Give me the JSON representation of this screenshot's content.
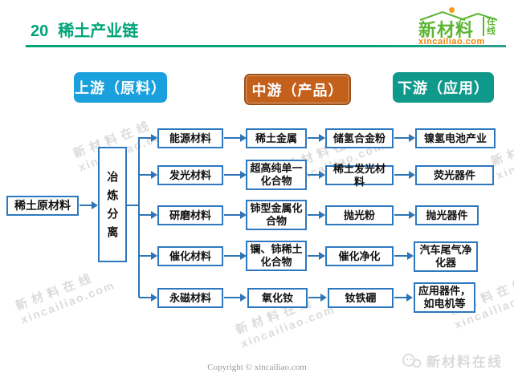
{
  "slide": {
    "number": "20",
    "title": "稀土产业链"
  },
  "brand": {
    "name": "新材料",
    "suffix": "在线",
    "domain": "xincailiao.com"
  },
  "stage_headers": [
    {
      "label": "上游（原料）",
      "color": "#1aa0dc"
    },
    {
      "label": "中游（产品）",
      "color": "#c2601c"
    },
    {
      "label": "下游（应用）",
      "color": "#0f998b"
    }
  ],
  "flow": {
    "source": "稀土原材料",
    "process": "冶炼分离",
    "rows": [
      {
        "material": "能源材料",
        "product": "稀土金属",
        "intermediate": "储氢合金粉",
        "application": "镍氢电池产业"
      },
      {
        "material": "发光材料",
        "product": "超高纯单一化合物",
        "intermediate": "稀土发光材料",
        "application": "荧光器件"
      },
      {
        "material": "研磨材料",
        "product": "铈型金属化合物",
        "intermediate": "抛光粉",
        "application": "抛光器件"
      },
      {
        "material": "催化材料",
        "product": "镧、铈稀土化合物",
        "intermediate": "催化净化",
        "application": "汽车尾气净化器"
      },
      {
        "material": "永磁材料",
        "product": "氧化钕",
        "intermediate": "钕铁硼",
        "application": "应用器件，如电机等"
      }
    ]
  },
  "watermark": {
    "line1": "新材料在线",
    "line2": "xincailiao.com"
  },
  "footer": {
    "copyright": "Copyright © xincailiao.com",
    "logo_text": "新材料在线"
  },
  "colors": {
    "title_green": "#00a478",
    "line_blue": "#2e75b6",
    "box_border_blue": "#2e78bf",
    "brand_green": "#5cb531",
    "brand_orange": "#f18101"
  }
}
